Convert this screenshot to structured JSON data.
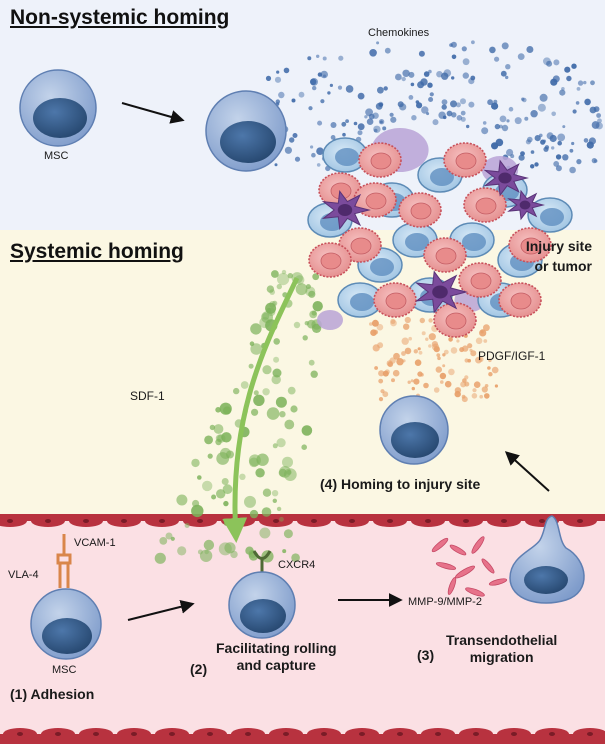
{
  "sections": {
    "non_systemic": "Non-systemic homing",
    "systemic": "Systemic homing"
  },
  "labels": {
    "chemokines": "Chemokines",
    "msc_top": "MSC",
    "injury_line1": "Injury site",
    "injury_line2": "or tumor",
    "sdf1": "SDF-1",
    "pdgf_igf1": "PDGF/IGF-1",
    "vcam1": "VCAM-1",
    "vla4": "VLA-4",
    "cxcr4": "CXCR4",
    "msc_bottom": "MSC",
    "mmp": "MMP-9/MMP-2"
  },
  "steps": {
    "s1": "(1) Adhesion",
    "s2_num": "(2)",
    "s2_line1": "Facilitating rolling",
    "s2_line2": "and capture",
    "s3_num": "(3)",
    "s3_line1": "Transendothelial",
    "s3_line2": "migration",
    "s4": "(4) Homing to injury site"
  },
  "colors": {
    "top_band": "#eef2fa",
    "middle_band": "#fbf7e3",
    "vessel_band": "#fbe0e4",
    "endothelium": "#b8323f",
    "cell_outer": "#8faad2",
    "cell_nucleus": "#345c8c",
    "sdf1_dots": "#7cb25a",
    "pdgf_dots": "#e8a06a",
    "chemokine_dots": "#3f6aa8",
    "adhesion_molecule": "#d9864a"
  }
}
